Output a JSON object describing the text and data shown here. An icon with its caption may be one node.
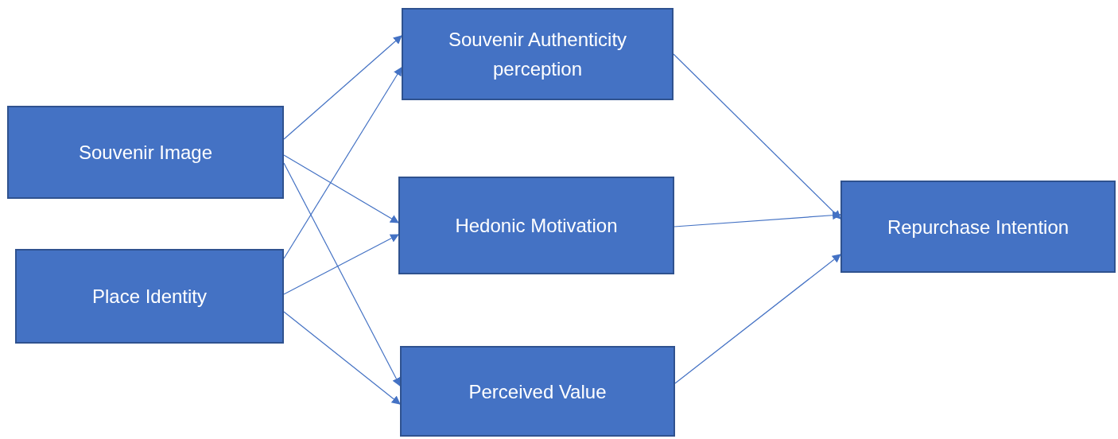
{
  "diagram": {
    "nodes": [
      {
        "text": [
          "Souvenir Image"
        ]
      },
      {
        "text": [
          "Place Identity"
        ]
      },
      {
        "text": [
          "Souvenir Authenticity perception"
        ]
      },
      {
        "text": [
          "Hedonic Motivation"
        ]
      },
      {
        "text": [
          "Perceived Value"
        ]
      },
      {
        "text": [
          "Repurchase Intention"
        ]
      }
    ],
    "edges": [
      {
        "from": 0,
        "to": 2,
        "arrow": "to"
      },
      {
        "from": 0,
        "to": 3,
        "arrow": "to"
      },
      {
        "from": 0,
        "to": 4,
        "arrow": "to"
      },
      {
        "from": 1,
        "to": 2,
        "arrow": "to"
      },
      {
        "from": 1,
        "to": 3,
        "arrow": "to"
      },
      {
        "from": 1,
        "to": 4,
        "arrow": "to"
      },
      {
        "from": 2,
        "to": 5,
        "arrow": "to"
      },
      {
        "from": 3,
        "to": 5,
        "arrow": "to"
      },
      {
        "from": 4,
        "to": 5,
        "arrow": "to"
      }
    ]
  }
}
